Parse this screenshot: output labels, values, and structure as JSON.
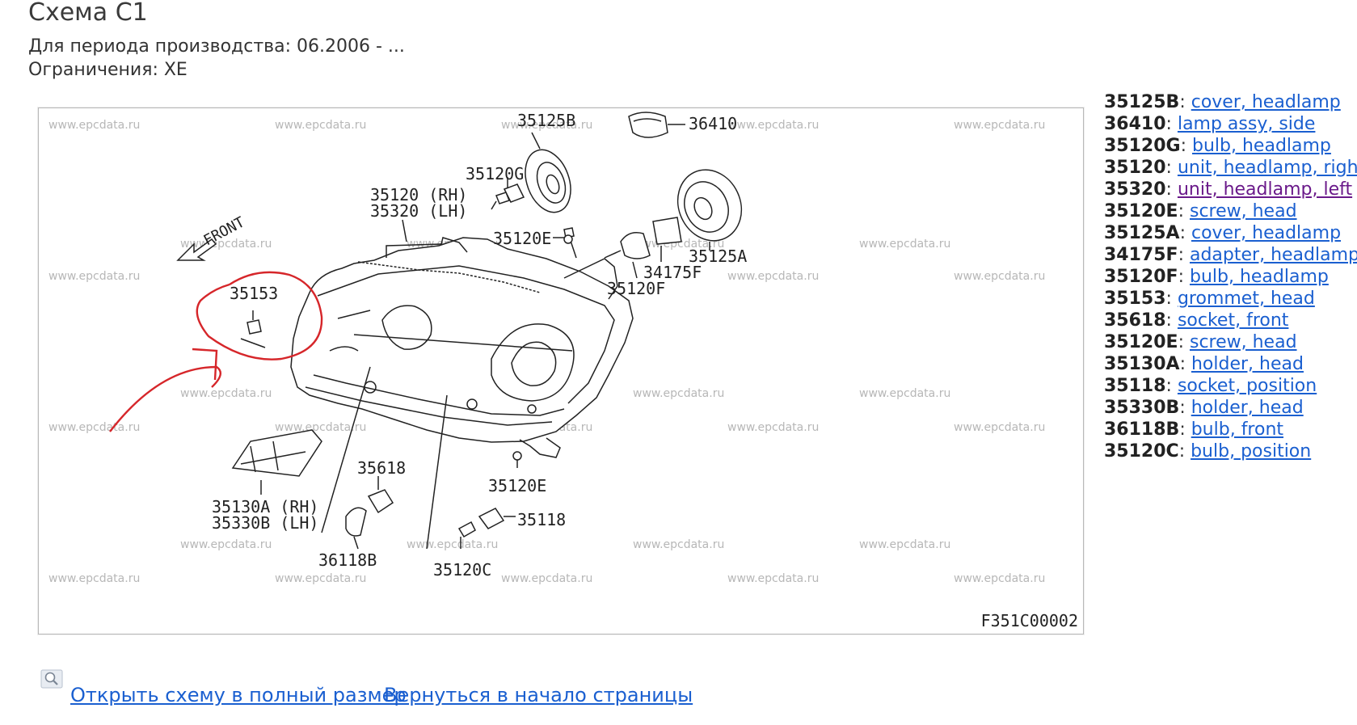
{
  "page": {
    "title": "Схема C1",
    "period": "Для периода производства: 06.2006 - ...",
    "restrictions": "Ограничения: XE"
  },
  "diagram": {
    "watermark": "www.epcdata.ru",
    "code": "F351C00002",
    "front_label": "FRONT",
    "callouts": {
      "c35125b": "35125B",
      "c36410": "36410",
      "c35120g": "35120G",
      "c35120rh": "35120 (RH)",
      "c35320lh": "35320 (LH)",
      "c35120e_top": "35120E",
      "c35125a": "35125A",
      "c34175f": "34175F",
      "c35120f": "35120F",
      "c35153": "35153",
      "c35120e_bottom": "35120E",
      "c35618": "35618",
      "c35118": "35118",
      "c35130a": "35130A (RH)",
      "c35330b": "35330B (LH)",
      "c36118b": "36118B",
      "c35120c": "35120C"
    }
  },
  "parts": [
    {
      "number": "35125B",
      "name": "cover, headlamp"
    },
    {
      "number": "36410",
      "name": "lamp assy, side"
    },
    {
      "number": "35120G",
      "name": "bulb, headlamp"
    },
    {
      "number": "35120",
      "name": "unit, headlamp, right"
    },
    {
      "number": "35320",
      "name": "unit, headlamp, left"
    },
    {
      "number": "35120E",
      "name": "screw, head"
    },
    {
      "number": "35125A",
      "name": "cover, headlamp"
    },
    {
      "number": "34175F",
      "name": "adapter, headlamp"
    },
    {
      "number": "35120F",
      "name": "bulb, headlamp"
    },
    {
      "number": "35153",
      "name": "grommet, head"
    },
    {
      "number": "35618",
      "name": "socket, front"
    },
    {
      "number": "35120E",
      "name": "screw, head"
    },
    {
      "number": "35130A",
      "name": "holder, head"
    },
    {
      "number": "35118",
      "name": "socket, position"
    },
    {
      "number": "35330B",
      "name": "holder, head"
    },
    {
      "number": "36118B",
      "name": "bulb, front"
    },
    {
      "number": "35120C",
      "name": "bulb, position"
    }
  ],
  "footer": {
    "open_full": "Открыть схему в полный размер",
    "back_to_top": "Вернуться в начало страницы",
    "zoom_icon": "magnifier-icon"
  },
  "colors": {
    "link": "#1a5fd0",
    "visited_link": "#6a1a8a",
    "annotation": "#d6262a"
  }
}
